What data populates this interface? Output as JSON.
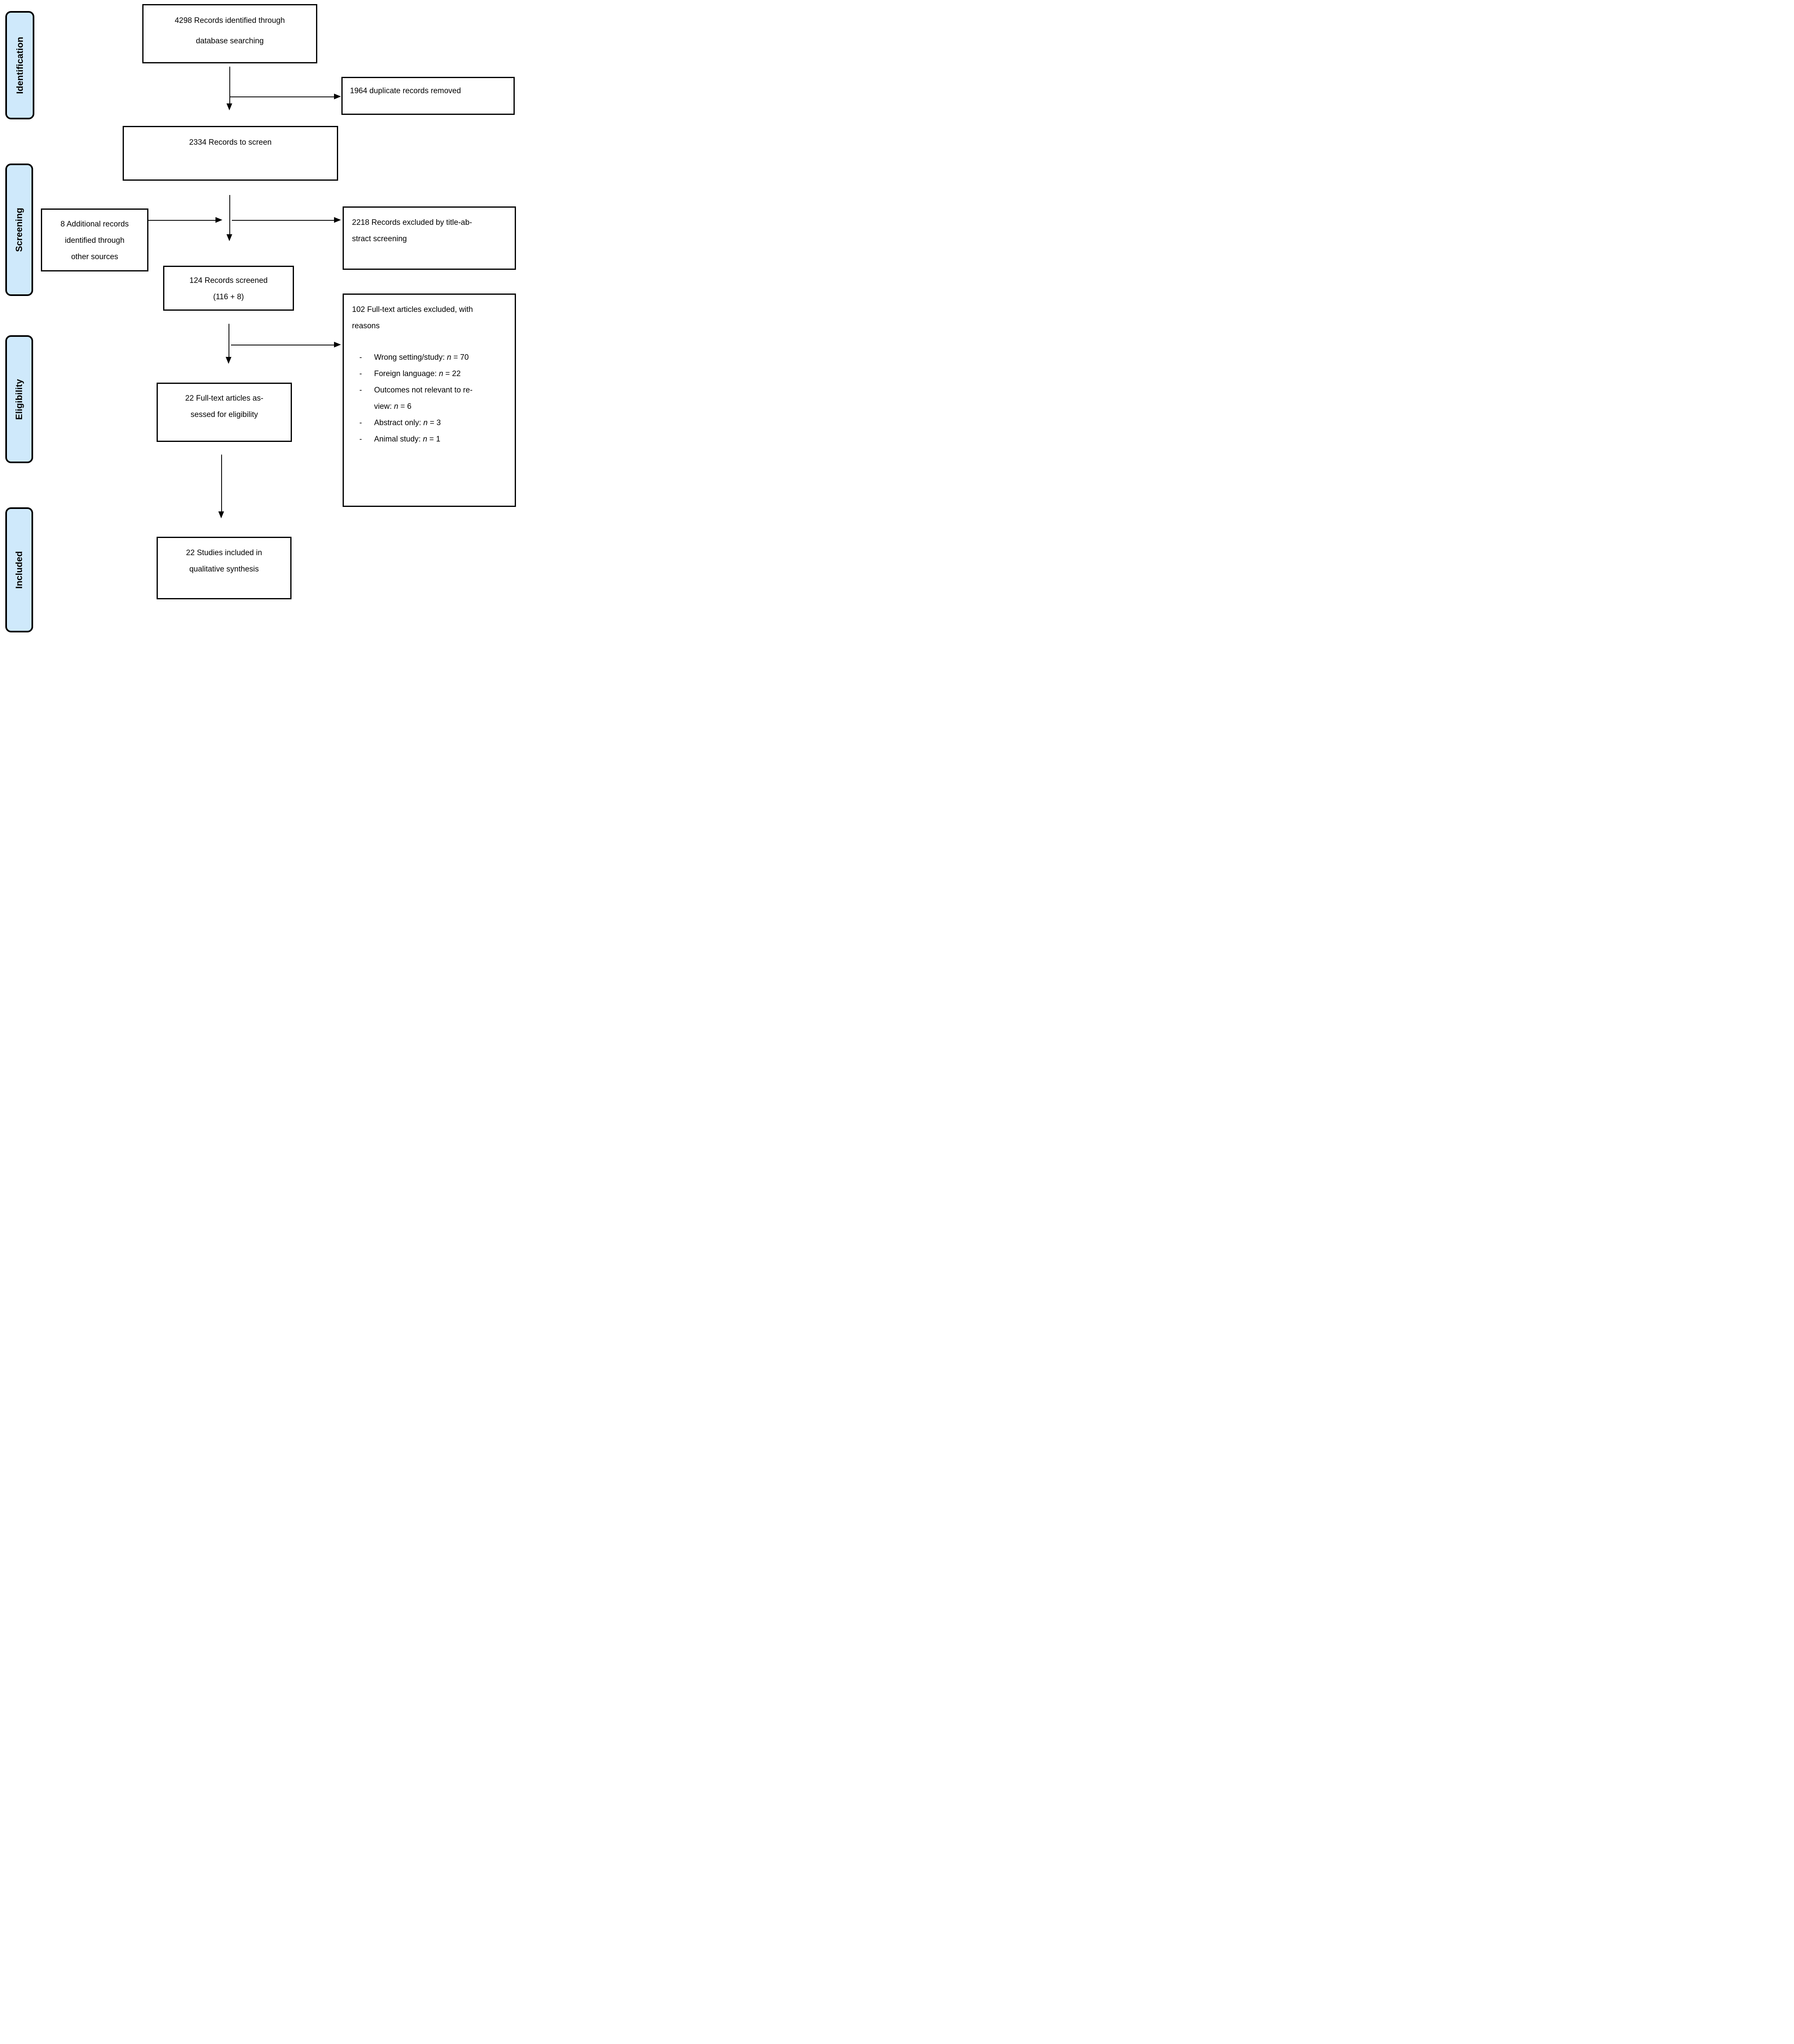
{
  "sidebar": {
    "fill_color": "#cfe9fb",
    "border_color": "#000000",
    "labels": {
      "identification": "Identification",
      "screening": "Screening",
      "eligibility": "Eligibility",
      "included": "Included"
    }
  },
  "boxes": {
    "identified": {
      "text": "4298 Records identified through\ndatabase searching"
    },
    "duplicates": {
      "text": "1964 duplicate records removed"
    },
    "to_screen": {
      "text": "2334 Records to screen"
    },
    "additional": {
      "text": "8 Additional records\nidentified through\nother sources"
    },
    "excluded_title_abstract": {
      "text": "2218 Records excluded by title-ab-\nstract screening"
    },
    "screened": {
      "text": "124 Records screened\n(116 + 8)"
    },
    "fulltext_excluded": {
      "title": "102 Full-text articles excluded, with\nreasons",
      "bullet_char": "-",
      "reasons": [
        {
          "prefix": "Wrong setting/study: ",
          "n_label": "n",
          "suffix": " = 70"
        },
        {
          "prefix": "Foreign language: ",
          "n_label": "n",
          "suffix": " = 22"
        },
        {
          "prefix": "Outcomes not relevant to re-\nview: ",
          "n_label": "n",
          "suffix": " = 6"
        },
        {
          "prefix": "Abstract only: ",
          "n_label": "n",
          "suffix": " = 3"
        },
        {
          "prefix": "Animal study: ",
          "n_label": "n",
          "suffix": " = 1"
        }
      ]
    },
    "assessed": {
      "text": "22 Full-text articles as-\nsessed for eligibility"
    },
    "included_studies": {
      "text": "22 Studies included in\nqualitative synthesis"
    }
  }
}
